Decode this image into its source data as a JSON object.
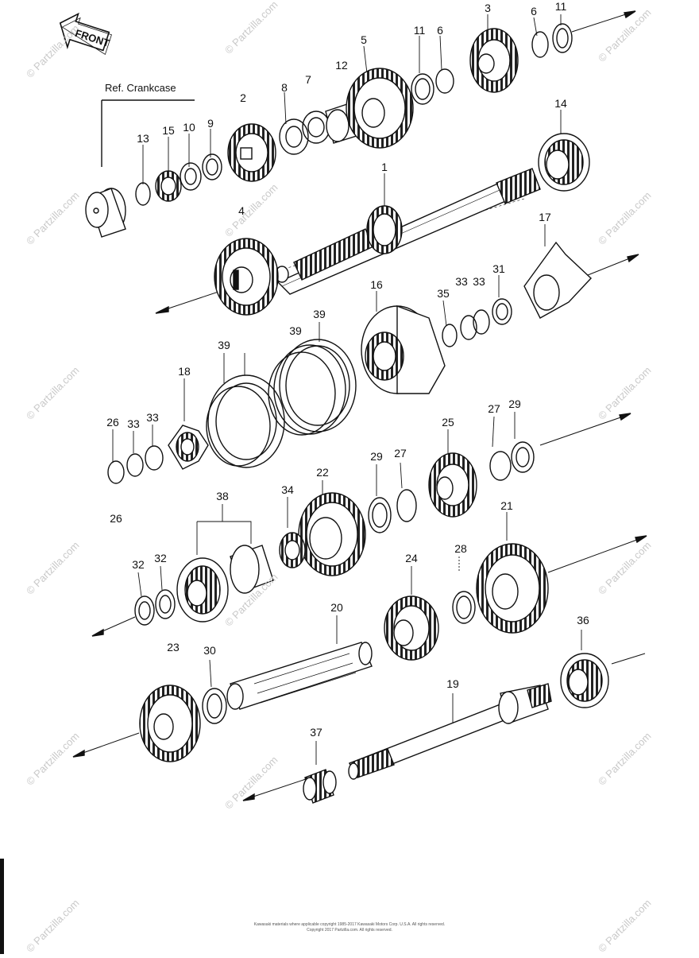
{
  "diagram": {
    "front_label": "FRONT",
    "reference_label": "Ref. Crankcase",
    "copyright_text": "Kawasaki materials where applicable copyright 1985-2017 Kawasaki Motors Corp. U.S.A. All rights reserved. Copyright 2017 Partzilla.com. All rights reserved.",
    "watermark_text": "© Partzilla.com",
    "part_numbers": [
      "3",
      "6",
      "11",
      "11",
      "6",
      "5",
      "12",
      "7",
      "8",
      "2",
      "13",
      "15",
      "10",
      "9",
      "14",
      "1",
      "4",
      "17",
      "16",
      "35",
      "33",
      "33",
      "31",
      "39",
      "39",
      "39",
      "18",
      "26",
      "33",
      "33",
      "26",
      "27",
      "29",
      "25",
      "22",
      "34",
      "38",
      "29",
      "27",
      "21",
      "32",
      "32",
      "24",
      "28",
      "36",
      "23",
      "30",
      "20",
      "19",
      "37"
    ]
  }
}
